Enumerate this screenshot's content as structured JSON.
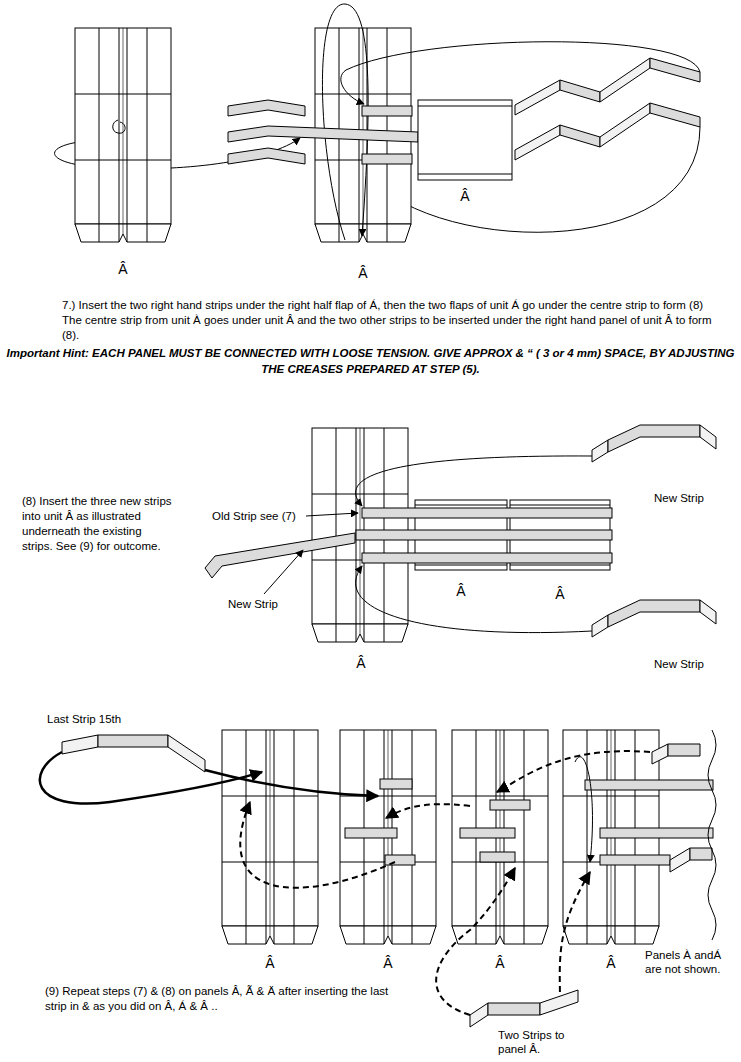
{
  "diagram": {
    "nodes": [
      {
        "text": [
          "Â"
        ]
      },
      {
        "text": [
          "Â"
        ]
      },
      {
        "text": [
          "Â"
        ]
      },
      {
        "text": [
          "Â"
        ]
      },
      {
        "text": [
          "Â"
        ]
      },
      {
        "text": [
          "Â"
        ]
      },
      {
        "text": [
          "Â"
        ]
      },
      {
        "text": [
          "Â"
        ]
      },
      {
        "text": [
          "Â"
        ]
      },
      {
        "text": [
          "Â"
        ]
      }
    ],
    "labels": [
      "7.) Insert the two right hand strips under the right half flap of Á, then the two flaps of unit Á go under the centre strip to form (8) The centre strip from unit À goes under unit Â and the two other strips to be inserted under the right hand panel of unit Â to form (8).",
      "Important Hint: EACH PANEL MUST BE CONNECTED WITH LOOSE TENSION. GIVE APPROX & “ ( 3 or 4 mm) SPACE, BY ADJUSTING THE CREASES PREPARED AT STEP (5).",
      "(8) Insert the three new strips into unit Â as illustrated underneath the existing strips. See (9) for outcome.",
      "Old Strip see (7)",
      "New Strip",
      "New Strip",
      "New Strip",
      "Last Strip 15th",
      "Panels À andÁ are not shown.",
      "(9) Repeat steps (7) & (8) on panels Â, Ã & Ä after inserting the last strip in & as you did on Â, Á & Â ..",
      "Two Strips to panel Â."
    ]
  }
}
